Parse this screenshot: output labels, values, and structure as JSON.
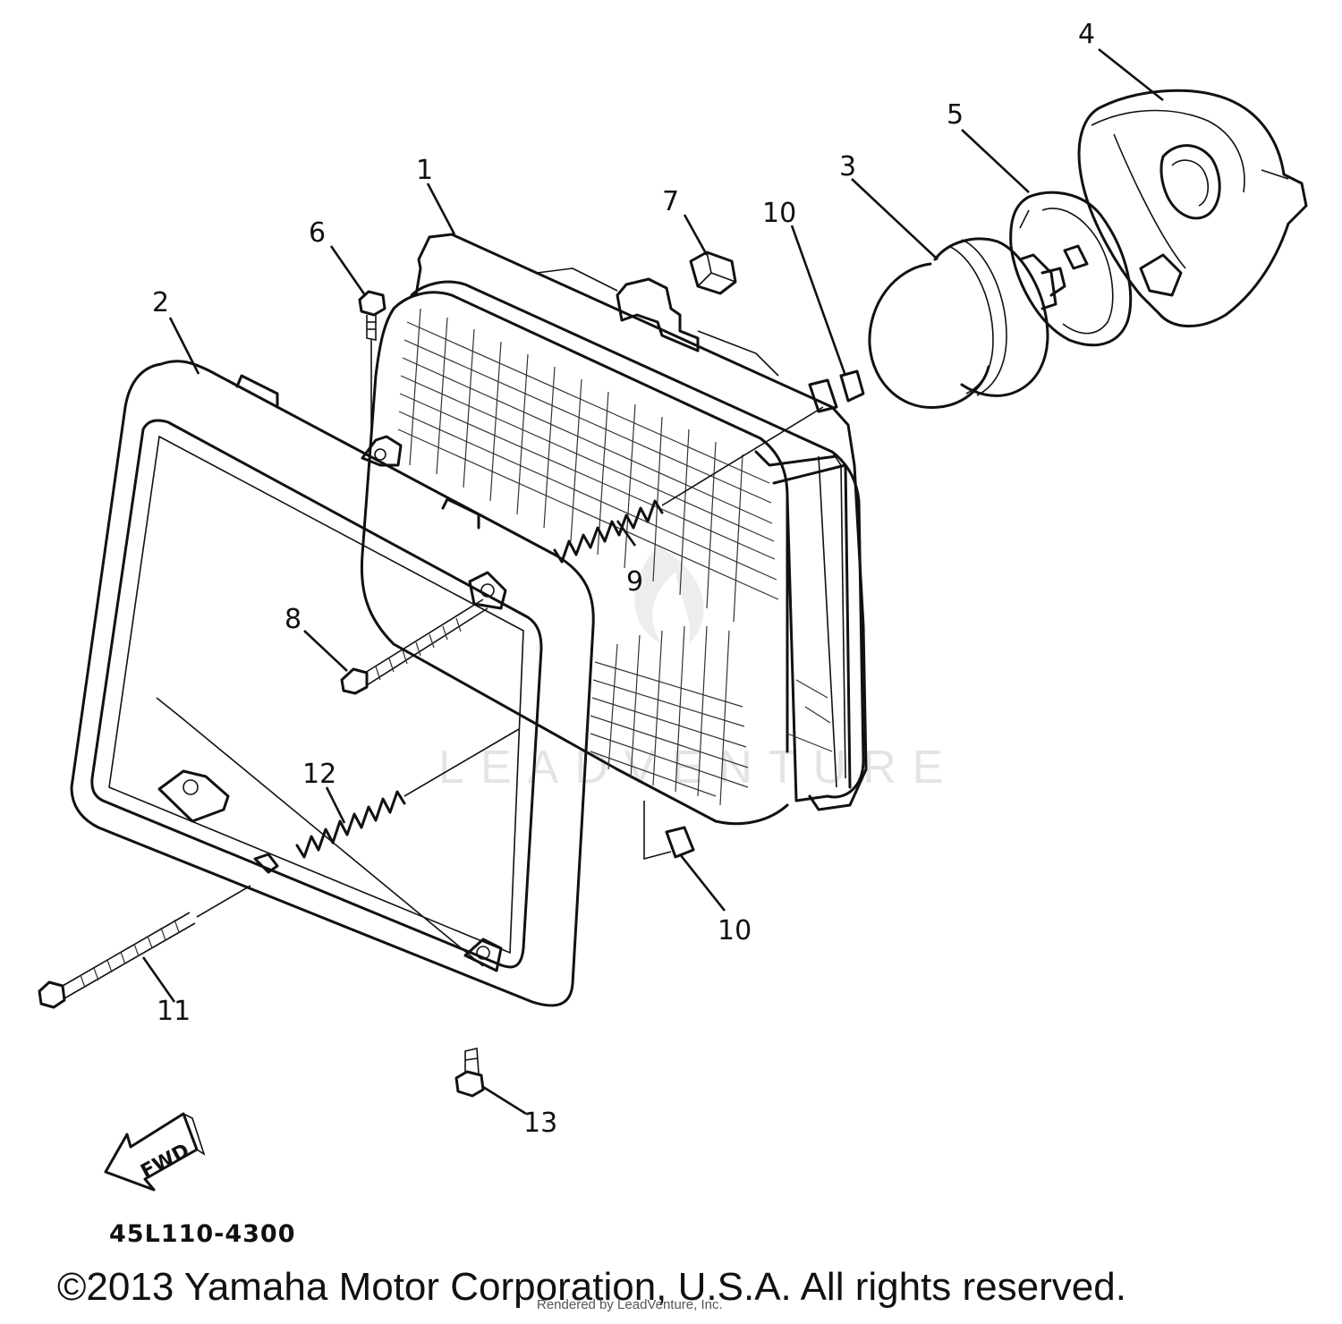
{
  "diagram": {
    "code": "45L110-4300",
    "copyright": "©2013 Yamaha Motor Corporation, U.S.A. All rights reserved.",
    "rendered_by": "Rendered by LeadVenture, Inc.",
    "watermark": "LEADVENTURE",
    "fwd_label": "FWD"
  },
  "callouts": {
    "c1": "1",
    "c2": "2",
    "c3": "3",
    "c4": "4",
    "c5": "5",
    "c6": "6",
    "c7": "7",
    "c8": "8",
    "c9": "9",
    "c10a": "10",
    "c10b": "10",
    "c11": "11",
    "c12": "12",
    "c13": "13"
  }
}
